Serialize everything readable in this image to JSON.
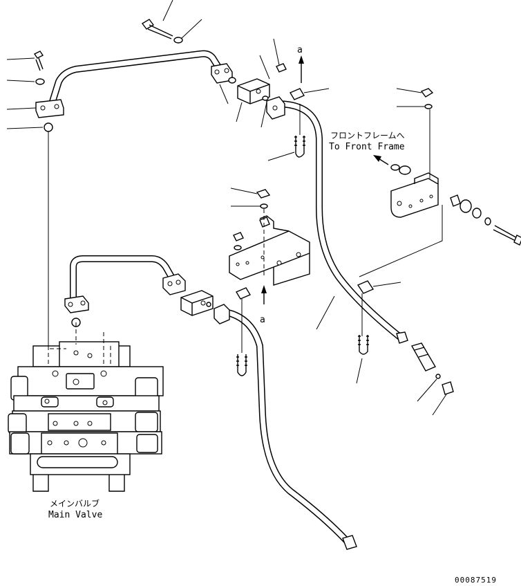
{
  "labels": {
    "arrow_marker_top": "a",
    "arrow_marker_bottom": "a",
    "front_frame_jp": "フロントフレームへ",
    "front_frame_en": "To Front Frame",
    "main_valve_jp": "メインバルブ",
    "main_valve_en": "Main Valve",
    "drawing_number": "00087519"
  }
}
